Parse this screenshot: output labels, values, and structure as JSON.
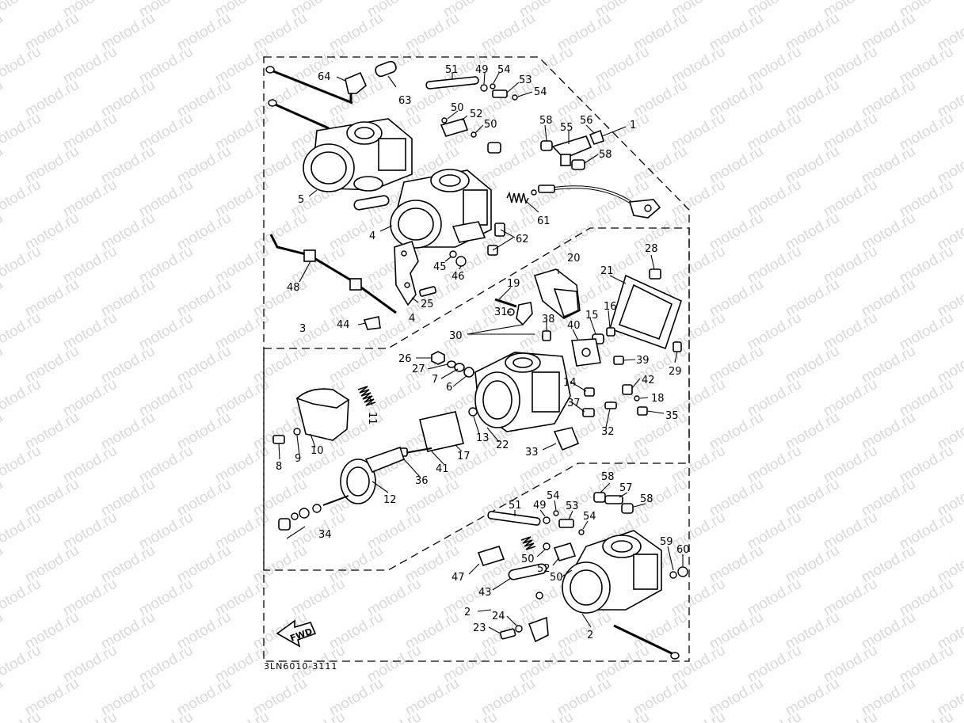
{
  "watermark": "motod.ru",
  "drawing_code": "3LN6010-3111",
  "fwd_label": "FWD",
  "labels": {
    "n64": "64",
    "n63": "63",
    "n51a": "51",
    "n49a": "49",
    "n54a": "54",
    "n53a": "53",
    "n54b": "54",
    "n50a": "50",
    "n52a": "52",
    "n50b": "50",
    "n58a": "58",
    "n55": "55",
    "n56": "56",
    "n58b": "58",
    "n1": "1",
    "n5": "5",
    "n4a": "4",
    "n61": "61",
    "n62": "62",
    "n45": "45",
    "n46": "46",
    "n20": "20",
    "n28": "28",
    "n21": "21",
    "n48": "48",
    "n19": "19",
    "n25": "25",
    "n4b": "4",
    "n31": "31",
    "n38": "38",
    "n40": "40",
    "n15": "15",
    "n16": "16",
    "n44": "44",
    "n30": "30",
    "n3": "3",
    "n26": "26",
    "n27": "27",
    "n7": "7",
    "n6": "6",
    "n39": "39",
    "n29": "29",
    "n14": "14",
    "n42": "42",
    "n18": "18",
    "n37": "37",
    "n35": "35",
    "n11": "11",
    "n32": "32",
    "n8": "8",
    "n9": "9",
    "n10": "10",
    "n13": "13",
    "n22": "22",
    "n33": "33",
    "n17": "17",
    "n41": "41",
    "n36": "36",
    "n12": "12",
    "n34": "34",
    "n58c": "58",
    "n57": "57",
    "n58d": "58",
    "n51b": "51",
    "n49b": "49",
    "n54c": "54",
    "n53b": "53",
    "n54d": "54",
    "n59": "59",
    "n60": "60",
    "n47": "47",
    "n50c": "50",
    "n52b": "52",
    "n50d": "50",
    "n43": "43",
    "n2a": "2",
    "n24": "24",
    "n23": "23",
    "n2b": "2"
  }
}
